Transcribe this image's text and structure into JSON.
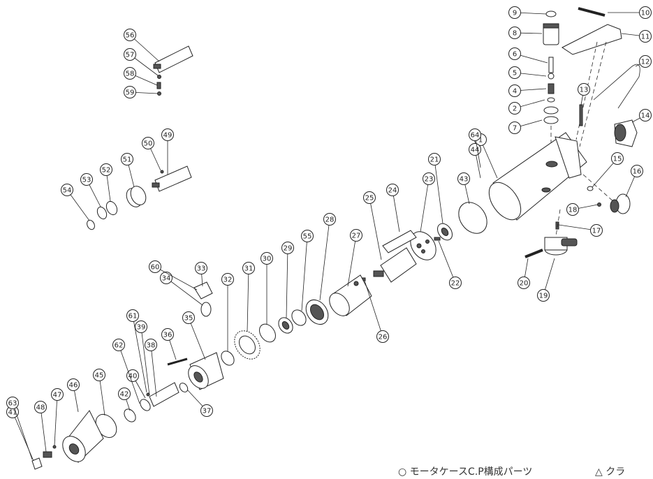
{
  "callouts": [
    "1",
    "2",
    "4",
    "5",
    "6",
    "7",
    "8",
    "9",
    "10",
    "11",
    "12",
    "13",
    "14",
    "15",
    "16",
    "17",
    "18",
    "19",
    "20",
    "21",
    "22",
    "23",
    "24",
    "25",
    "26",
    "27",
    "28",
    "29",
    "30",
    "31",
    "32",
    "33",
    "34",
    "35",
    "36",
    "37",
    "38",
    "39",
    "40",
    "41",
    "42",
    "43",
    "44",
    "45",
    "46",
    "47",
    "48",
    "49",
    "50",
    "51",
    "52",
    "53",
    "54",
    "55",
    "56",
    "57",
    "58",
    "59",
    "60",
    "61",
    "62",
    "63",
    "64"
  ],
  "legend": {
    "circle_item": "○ モータケースC.P構成パーツ",
    "triangle_item": "△ クラ"
  }
}
